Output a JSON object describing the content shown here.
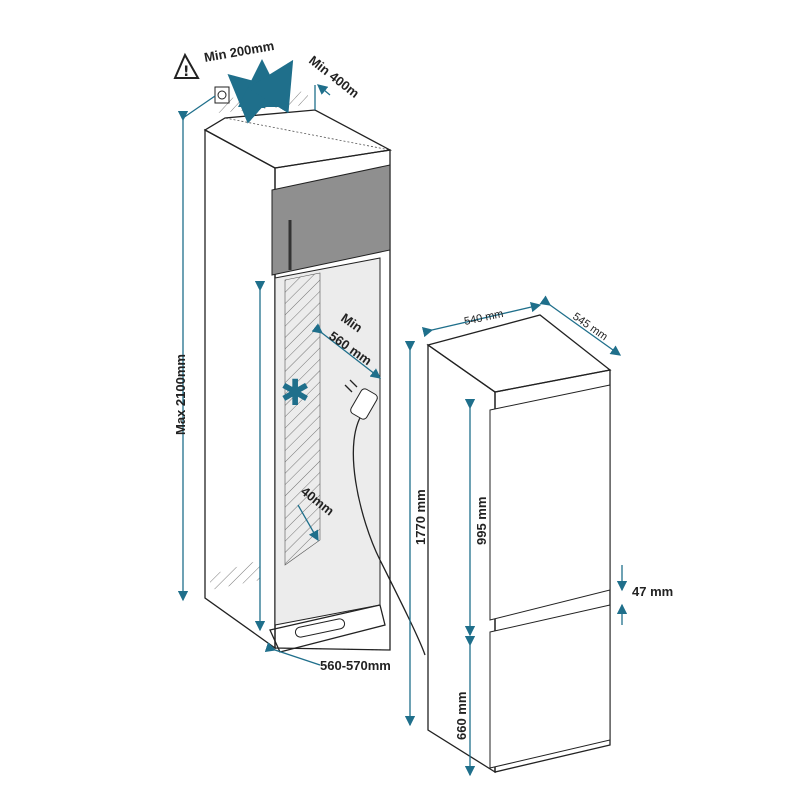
{
  "colors": {
    "accent": "#1f6f8b",
    "door": "#8f8f8f",
    "niche": "#ececec"
  },
  "icons": [
    "warning-icon",
    "socket-icon",
    "airflow-arrow-icon",
    "snowflake-icon",
    "plug-icon"
  ],
  "cabinet": {
    "top_clearance": "Min 200mm",
    "rear_clearance": "Min 400m",
    "max_height": "Max 2100mm",
    "min_depth_line1": "Min",
    "min_depth_line2": "560 mm",
    "vent_gap": "40mm",
    "niche_width": "560-570mm"
  },
  "fridge": {
    "width": "540 mm",
    "depth": "545 mm",
    "height": "1770 mm",
    "upper_door": "995 mm",
    "gap": "47 mm",
    "lower_door": "660 mm"
  }
}
